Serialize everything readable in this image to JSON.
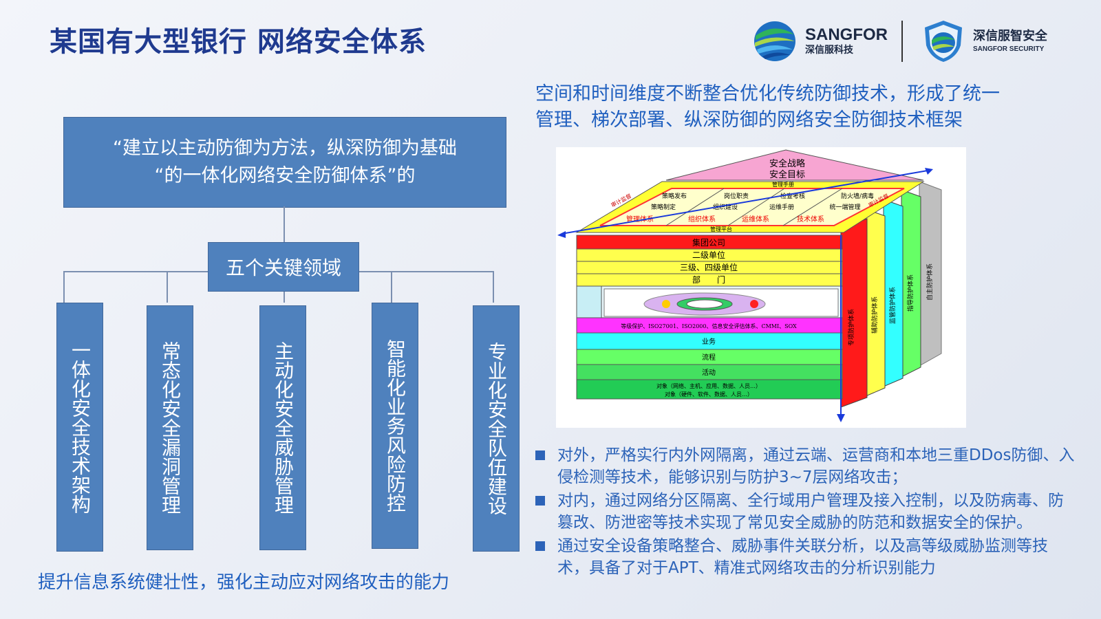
{
  "title": "某国有大型银行 网络安全体系",
  "logos": {
    "sangfor": {
      "name": "SANGFOR",
      "cn": "深信服科技"
    },
    "security": {
      "cn": "深信服智安全",
      "en": "SANGFOR SECURITY"
    }
  },
  "diagram": {
    "principle_lines": [
      "“建立以主动防御为方法，纵深防御为基础",
      "“的一体化网络安全防御体系”的"
    ],
    "hub": "五个关键领域",
    "pillars": [
      "一体化安全技术架构",
      "常态化安全漏洞管理",
      "主动化安全威胁管理",
      "智能化业务风险防控",
      "专业化安全队伍建设"
    ],
    "caption": "提升信息系统健壮性，强化主动应对网络攻击的能力"
  },
  "right": {
    "heading_lines": [
      "空间和时间维度不断整合优化传统防御技术，形成了统一",
      "管理、梯次部署、纵深防御的网络安全防御技术框架"
    ],
    "figure": {
      "roof_lines": [
        "安全战略",
        "安全目标"
      ],
      "roof_top_band": "管理手册",
      "roof_bottom_band": "管理平台",
      "roof_cells": [
        {
          "top": "策略发布",
          "bottom": "策略制定",
          "label": "管理体系"
        },
        {
          "top": "岗位职责",
          "bottom": "组织建设",
          "label": "组织体系"
        },
        {
          "top": "检查考核",
          "bottom": "运维手册",
          "label": "运维体系"
        },
        {
          "top": "防火墙/病毒",
          "bottom": "统一端管理",
          "label": "技术体系"
        }
      ],
      "roof_side_left": "审计监督",
      "roof_side_right": "审计监督",
      "layers": [
        "集团公司",
        "二级单位",
        "三级、四级单位",
        "部　　门"
      ],
      "standards_band": "等级保护、ISO27001、ISO2000、信息安全评估体系、CMMI、SOX",
      "core_layers": [
        "业务",
        "流程",
        "活动"
      ],
      "object_lines": [
        "对象（网络、主机、应用、数据、人员…）",
        "对象（硬件、软件、数据、人员…）"
      ],
      "side_pillars": [
        "专项防护体系",
        "辅助防护体系",
        "监管防护体系",
        "指导防护体系",
        "自主防护体系"
      ],
      "colors": {
        "roof": "#f7a5d2",
        "roof_plate": "#ffff33",
        "red": "#ff1a1a",
        "yellow": "#ffff4d",
        "magenta": "#ff33ff",
        "cyan": "#33ffff",
        "green_light": "#66ff66",
        "green": "#22cc55",
        "gray": "#bfbfbf",
        "arrow": "#1a3adb"
      }
    },
    "bullets": [
      "对外，严格实行内外网隔离，通过云端、运营商和本地三重DDos防御、入侵检测等技术，能够识别与防护3~7层网络攻击；",
      "对内，通过网络分区隔离、全行域用户管理及接入控制，以及防病毒、防篡改、防泄密等技术实现了常见安全威胁的防范和数据安全的保护。",
      "通过安全设备策略整合、威胁事件关联分析，以及高等级威胁监测等技术，具备了对于APT、精准式网络攻击的分析识别能力"
    ]
  }
}
